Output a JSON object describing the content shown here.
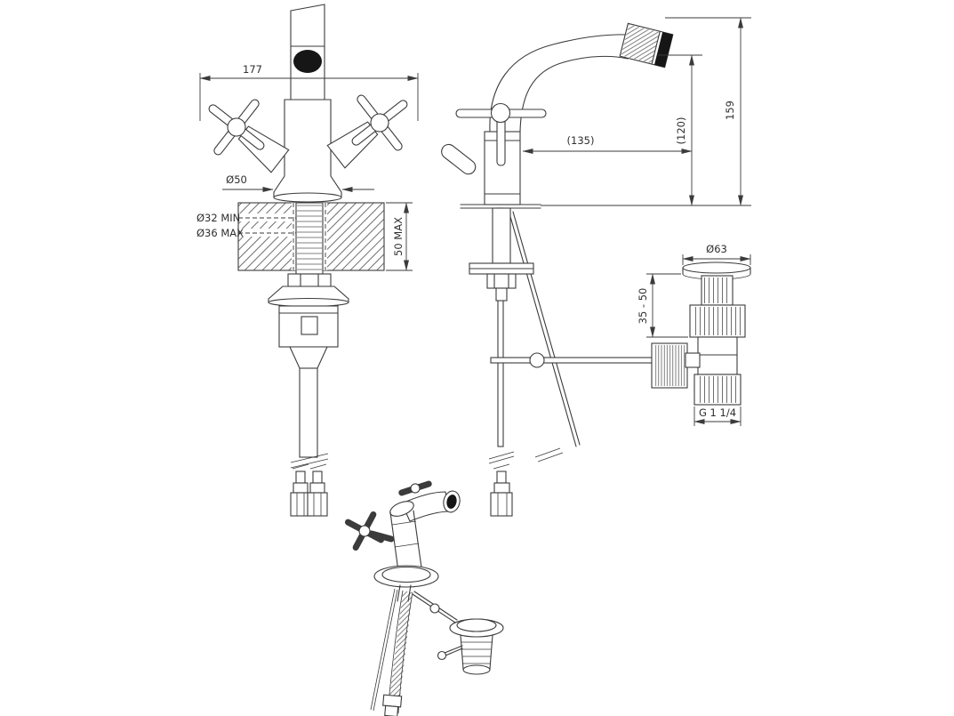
{
  "page": {
    "background": "#ffffff",
    "line_color": "#3b3b3b"
  },
  "views": {
    "front": {
      "name": "front-elevation",
      "dims": {
        "overall_width": "177",
        "base_diameter": "Ø50",
        "hole_min": "Ø32 MIN",
        "hole_max": "Ø36 MAX",
        "deck_thickness": "50 MAX"
      }
    },
    "side": {
      "name": "side-elevation",
      "dims": {
        "spout_reach": "(135)",
        "spout_height": "(120)",
        "overall_height": "159"
      }
    },
    "waste": {
      "name": "waste-fitting-detail",
      "dims": {
        "flange_diameter": "Ø63",
        "mounting_range": "35 - 50",
        "thread_size": "G 1 1/4"
      }
    },
    "perspective": {
      "name": "perspective-sketch"
    }
  }
}
